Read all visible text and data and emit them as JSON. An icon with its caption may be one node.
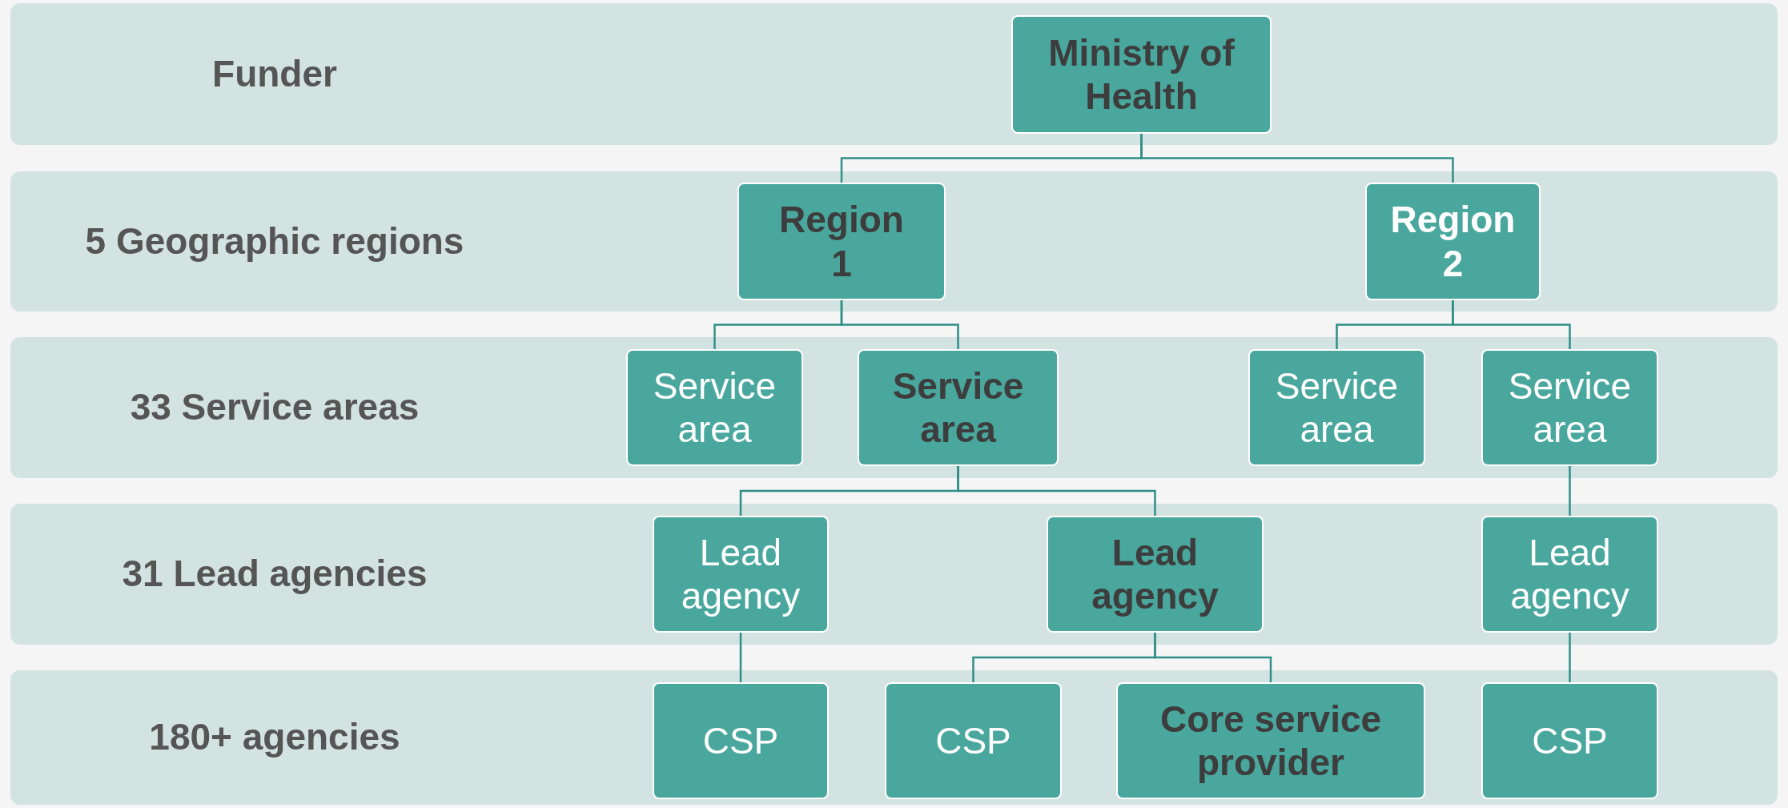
{
  "diagram": {
    "nodes": [
      {
        "text": [
          "Funder"
        ]
      },
      {
        "text": [
          "Ministry of Health"
        ],
        "in": 0
      },
      {
        "text": [
          "5 Geographic regions"
        ]
      },
      {
        "text": [
          "Region 1"
        ],
        "in": 2
      },
      {
        "text": [
          "Region 2"
        ],
        "in": 2
      },
      {
        "text": [
          "33 Service areas"
        ]
      },
      {
        "text": [
          "Service area"
        ],
        "in": 5
      },
      {
        "text": [
          "Service area"
        ],
        "in": 5
      },
      {
        "text": [
          "Service area"
        ],
        "in": 5
      },
      {
        "text": [
          "Service area"
        ],
        "in": 5
      },
      {
        "text": [
          "31 Lead agencies"
        ]
      },
      {
        "text": [
          "Lead agency"
        ],
        "in": 10
      },
      {
        "text": [
          "Lead agency"
        ],
        "in": 10
      },
      {
        "text": [
          "Lead agency"
        ],
        "in": 10
      },
      {
        "text": [
          "180+ agencies"
        ]
      },
      {
        "text": [
          "CSP"
        ],
        "in": 14
      },
      {
        "text": [
          "CSP"
        ],
        "in": 14
      },
      {
        "text": [
          "Core service provider"
        ],
        "in": 14
      },
      {
        "text": [
          "CSP"
        ],
        "in": 14
      }
    ],
    "edges": [
      {
        "from": 1,
        "to": 3,
        "arrow": "none"
      },
      {
        "from": 1,
        "to": 4,
        "arrow": "none"
      },
      {
        "from": 3,
        "to": 6,
        "arrow": "none"
      },
      {
        "from": 3,
        "to": 7,
        "arrow": "none"
      },
      {
        "from": 4,
        "to": 8,
        "arrow": "none"
      },
      {
        "from": 4,
        "to": 9,
        "arrow": "none"
      },
      {
        "from": 7,
        "to": 11,
        "arrow": "none"
      },
      {
        "from": 7,
        "to": 12,
        "arrow": "none"
      },
      {
        "from": 9,
        "to": 13,
        "arrow": "none"
      },
      {
        "from": 11,
        "to": 15,
        "arrow": "none"
      },
      {
        "from": 12,
        "to": 16,
        "arrow": "none"
      },
      {
        "from": 12,
        "to": 17,
        "arrow": "none"
      },
      {
        "from": 13,
        "to": 18,
        "arrow": "none"
      }
    ]
  }
}
